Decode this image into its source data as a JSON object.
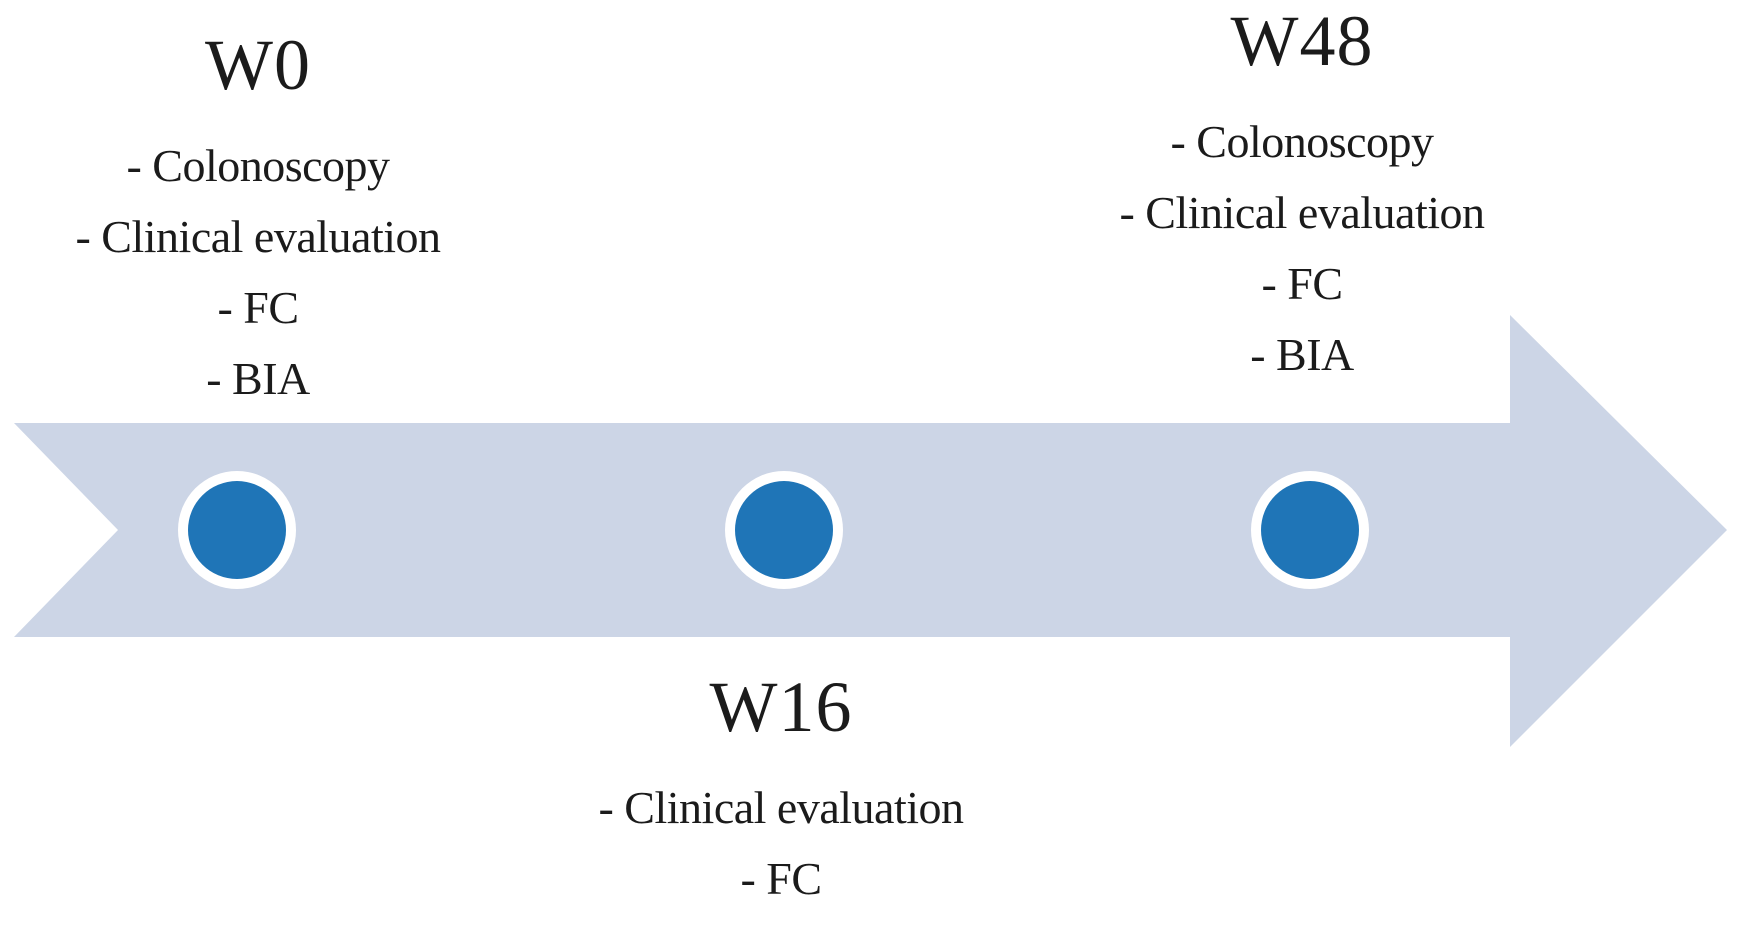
{
  "figure": {
    "description": "Study design timeline with three assessment timepoints on a rightward arrow",
    "colors": {
      "background": "#ffffff",
      "arrow_fill": "#ccd5e6",
      "marker_fill": "#1f75b7",
      "marker_ring": "#ffffff",
      "text": "#1b1b1b"
    },
    "timeline": {
      "type": "timeline",
      "direction": "left-to-right",
      "timepoints": [
        {
          "label": "W0",
          "text_position": "above-arrow",
          "assessments": [
            "- Colonoscopy",
            "- Clinical evaluation",
            "- FC",
            "- BIA"
          ]
        },
        {
          "label": "W16",
          "text_position": "below-arrow",
          "assessments": [
            "- Clinical evaluation",
            "- FC"
          ]
        },
        {
          "label": "W48",
          "text_position": "above-arrow",
          "assessments": [
            "- Colonoscopy",
            "- Clinical evaluation",
            "- FC",
            "- BIA"
          ]
        }
      ]
    }
  }
}
